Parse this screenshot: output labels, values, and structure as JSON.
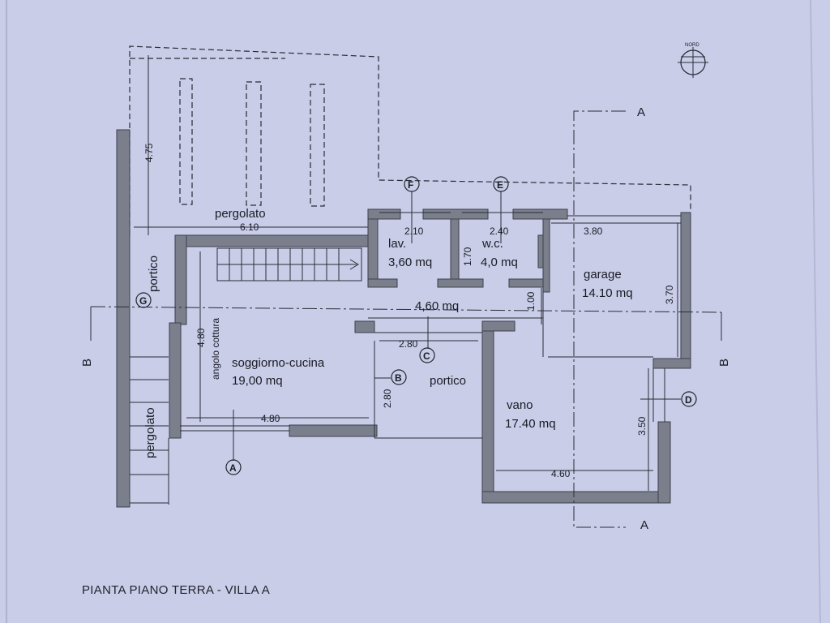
{
  "title": "PIANTA PIANO TERRA - VILLA A",
  "north_label": "NORD",
  "rooms": {
    "pergolato_top": "pergolato",
    "portico_left": "portico",
    "lav_name": "lav.",
    "lav_area": "3,60 mq",
    "wc_name": "w.c.",
    "wc_area": "4,0 mq",
    "garage_name": "garage",
    "garage_area": "14.10 mq",
    "living_name": "soggiorno-cucina",
    "living_area": "19,00 mq",
    "angolo": "angolo cottura",
    "portico_mid": "portico",
    "vano_name": "vano",
    "vano_area": "17.40 mq",
    "pergolato_left": "pergolato"
  },
  "dimensions": {
    "d475": "4.75",
    "d610": "6.10",
    "d210": "2.10",
    "d240": "2.40",
    "d380": "3.80",
    "d170": "1.70",
    "d370": "3.70",
    "d460a": "4,60 mq",
    "d100": "1.00",
    "d480v": "4.80",
    "d280h": "2.80",
    "d280v": "2.80",
    "d480h": "4.80",
    "d350": "3.50",
    "d460b": "4.60"
  },
  "section_markers": {
    "a_top": "A",
    "a_bottom": "A",
    "b_left": "B",
    "b_right": "B"
  },
  "axis_tags": {
    "F": "F",
    "E": "E",
    "G": "G",
    "C": "C",
    "B": "B",
    "A": "A",
    "D": "D"
  }
}
